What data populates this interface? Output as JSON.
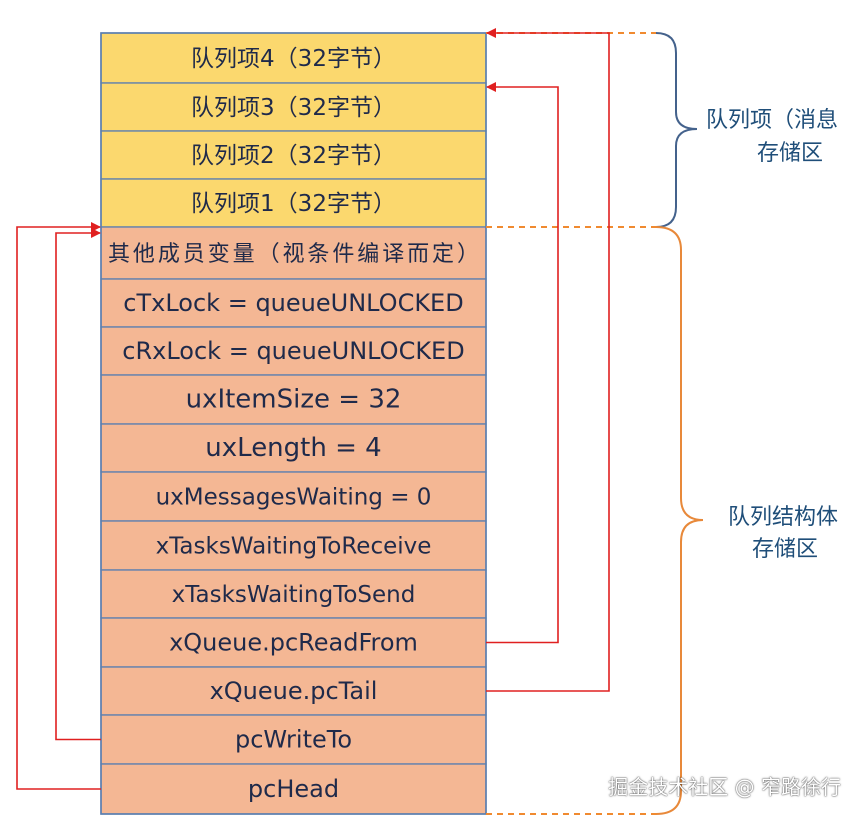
{
  "colors": {
    "queue_item_fill": "#fbd86e",
    "struct_fill": "#f4b794",
    "cell_border": "#5b7fb0",
    "pointer_arrow": "#e02020",
    "dashed_connector": "#f08a30",
    "brace_top": "#44628c",
    "brace_bottom": "#e8893a",
    "label_text": "#1f4e79"
  },
  "queue_items": [
    {
      "text": "队列项4（32字节）"
    },
    {
      "text": "队列项3（32字节）"
    },
    {
      "text": "队列项2（32字节）"
    },
    {
      "text": "队列项1（32字节）"
    }
  ],
  "struct_fields": [
    {
      "text": "其他成员变量（视条件编译而定）"
    },
    {
      "text": "cTxLock = queueUNLOCKED"
    },
    {
      "text": "cRxLock = queueUNLOCKED"
    },
    {
      "text": "uxItemSize = 32"
    },
    {
      "text": "uxLength = 4"
    },
    {
      "text": "uxMessagesWaiting = 0"
    },
    {
      "text": "xTasksWaitingToReceive"
    },
    {
      "text": "xTasksWaitingToSend"
    },
    {
      "text": "xQueue.pcReadFrom"
    },
    {
      "text": "xQueue.pcTail"
    },
    {
      "text": "pcWriteTo"
    },
    {
      "text": "pcHead"
    }
  ],
  "labels": {
    "queue_items_region_line1": "队列项（消息",
    "queue_items_region_line2": "存储区",
    "struct_region_line1": "队列结构体",
    "struct_region_line2": "存储区"
  },
  "watermark": "掘金技术社区 @ 窄路徐行",
  "pointers": [
    {
      "from": "xQueue.pcReadFrom",
      "to": "队列项3（32字节）"
    },
    {
      "from": "xQueue.pcTail",
      "to": "队列项4（32字节）"
    },
    {
      "from": "pcWriteTo",
      "to": "队列项1（32字节）"
    },
    {
      "from": "pcHead",
      "to": "队列项1（32字节）"
    }
  ]
}
